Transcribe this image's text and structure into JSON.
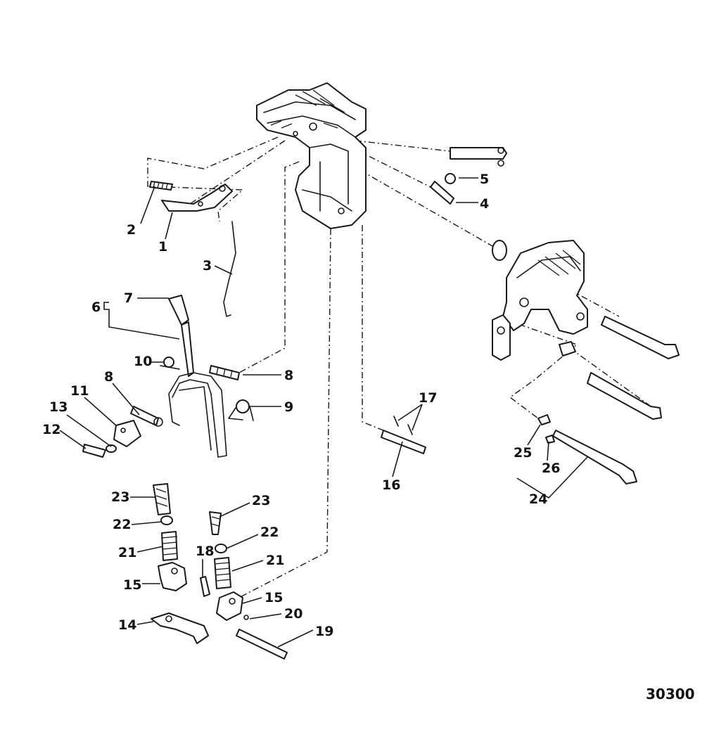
{
  "diagram_number": "30300",
  "labels": {
    "l1": "1",
    "l2": "2",
    "l3": "3",
    "l4": "4",
    "l5": "5",
    "l6": "6",
    "l7": "7",
    "l8a": "8",
    "l8b": "8",
    "l9": "9",
    "l10": "10",
    "l11": "11",
    "l12": "12",
    "l13": "13",
    "l14": "14",
    "l15a": "15",
    "l15b": "15",
    "l16": "16",
    "l17": "17",
    "l18": "18",
    "l19": "19",
    "l20": "20",
    "l21a": "21",
    "l21b": "21",
    "l22a": "22",
    "l22b": "22",
    "l23a": "23",
    "l23b": "23",
    "l24": "24",
    "l25": "25",
    "l26": "26"
  }
}
